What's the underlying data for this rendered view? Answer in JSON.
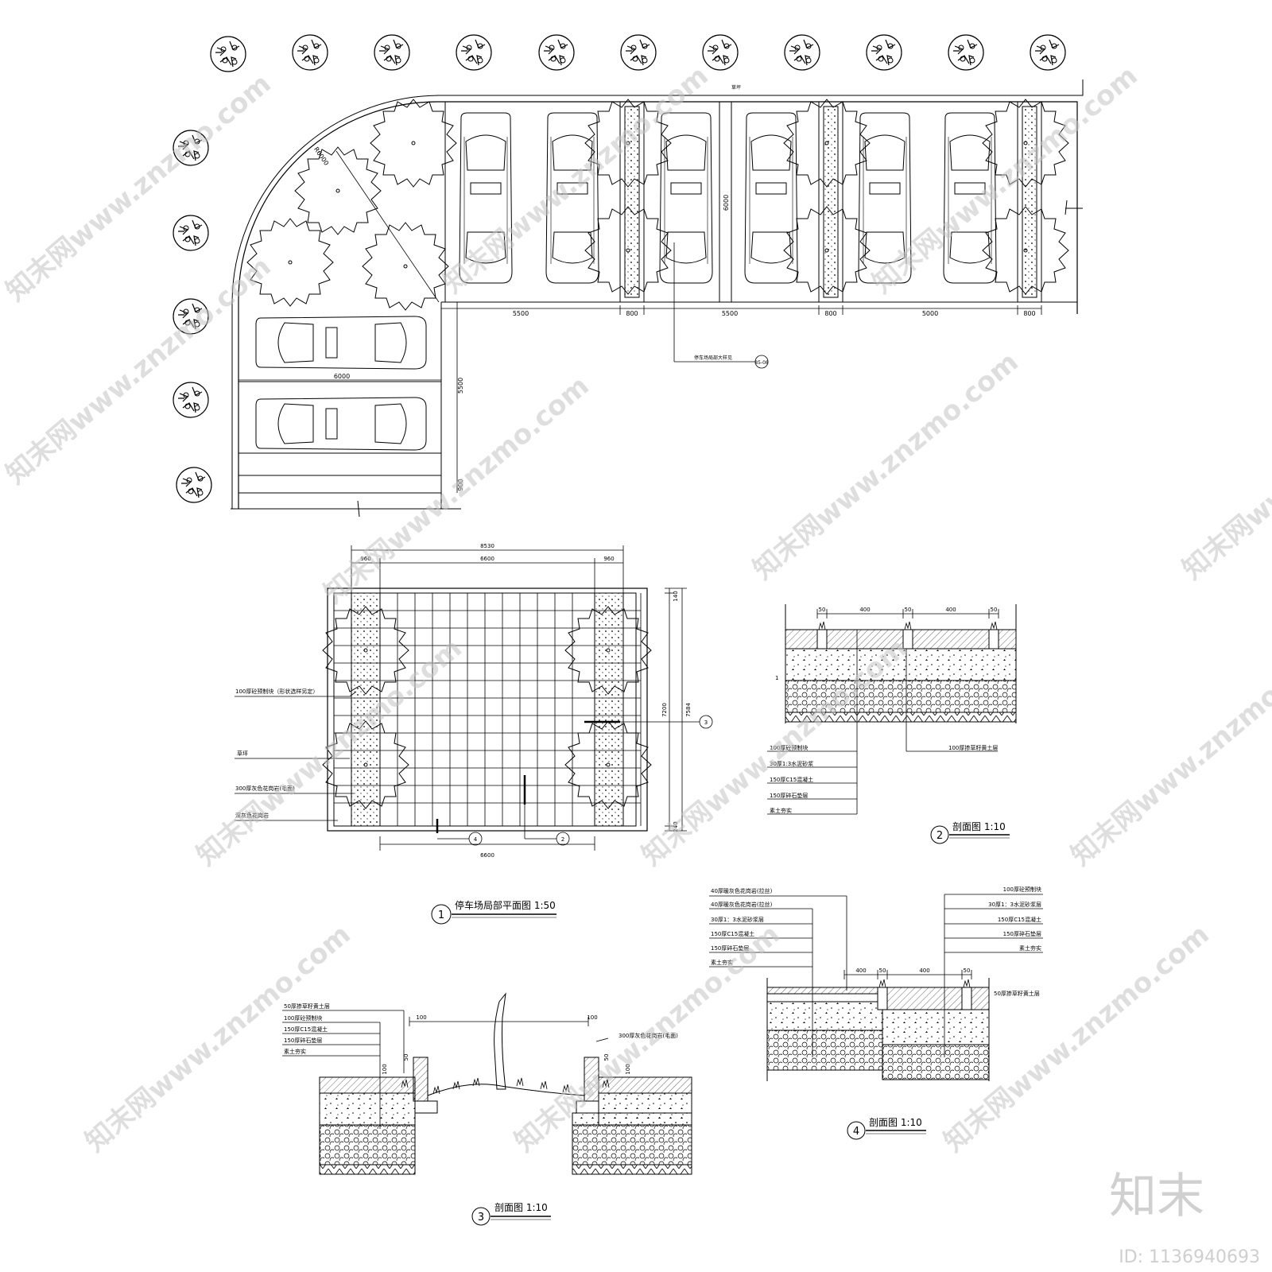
{
  "site_plan": {
    "lawn_label": "草坪",
    "dims_top": [
      "5500",
      "800",
      "5500",
      "800",
      "5000",
      "800"
    ],
    "depth_dim": "6000",
    "radius_dim": "R6000",
    "left_bay_width": "6000",
    "left_row_dim": "5500",
    "left_strip_dim": "900",
    "callout_text": "停车场局部大样见",
    "callout_ref": "85-08"
  },
  "detail_plan": {
    "title": "停车场局部平面图 1:50",
    "number": "1",
    "dim_total": "8530",
    "dim_left": "960",
    "dim_mid": "6600",
    "dim_right": "960",
    "dim_bottom": "6600",
    "dim_v_top": "140",
    "dim_v_mid": "7200",
    "dim_v_total": "7584",
    "dim_v_bottom": "240",
    "labels": [
      "100厚砼预制块（形状选样另定）",
      "草坪",
      "300厚灰色花岗岩(毛面)",
      "深灰色花岗岩"
    ],
    "markers": [
      "4",
      "2",
      "3"
    ]
  },
  "section2": {
    "title": "剖面图 1:10",
    "number": "2",
    "dims": [
      "50",
      "400",
      "50",
      "400",
      "50"
    ],
    "side_mark": "1",
    "labels": [
      "100厚砼预制块",
      "30厚1:3水泥砂浆",
      "150厚C15混凝土",
      "150厚碎石垫层",
      "素土夯实"
    ],
    "right_label": "100厚掺草籽黄土层"
  },
  "section3": {
    "title": "剖面图 1:10",
    "number": "3",
    "labels": [
      "50厚掺草籽黄土层",
      "100厚砼预制块",
      "150厚C15混凝土",
      "150厚碎石垫层",
      "素土夯实"
    ],
    "right_label": "300厚灰色花岗岩(毛面)",
    "dims": [
      "100",
      "100",
      "50",
      "100",
      "50",
      "100"
    ]
  },
  "section4": {
    "title": "剖面图 1:10",
    "number": "4",
    "left_labels": [
      "40厚暖灰色花岗岩(拉丝)",
      "40厚暖灰色花岗岩(拉丝)",
      "30厚1：3水泥砂浆层",
      "150厚C15混凝土",
      "150厚碎石垫层",
      "素土夯实"
    ],
    "right_labels": [
      "100厚砼预制块",
      "30厚1：3水泥砂浆层",
      "150厚C15混凝土",
      "150厚碎石垫层",
      "素土夯实"
    ],
    "dims": [
      "400",
      "50",
      "400",
      "50"
    ],
    "side_label": "50厚掺草籽黄土层"
  },
  "watermark": {
    "site_text": "知末网www.znzmo.com",
    "logo": "知末",
    "id_text": "ID: 1136940693"
  }
}
